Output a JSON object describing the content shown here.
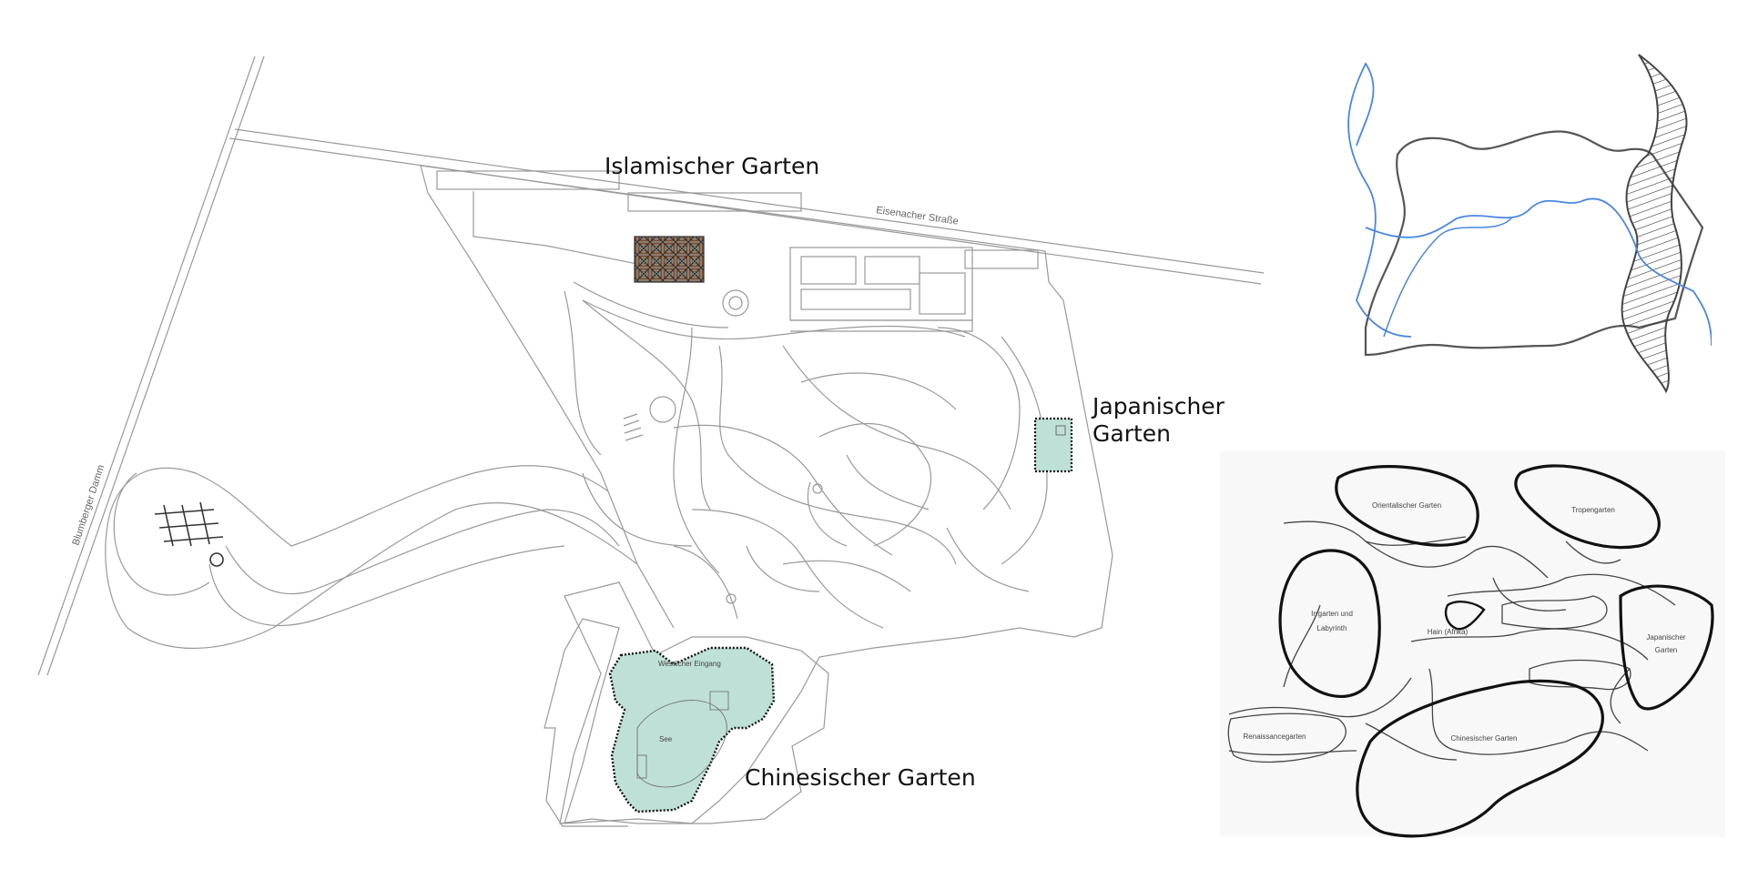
{
  "plan": {
    "labels": {
      "islamic": "Islamischer Garten",
      "japanese_1": "Japanischer",
      "japanese_2": "Garten",
      "chinese": "Chinesischer Garten"
    },
    "streets": {
      "eisenacher": "Eisenacher Straße",
      "blumberger": "Blumberger Damm"
    },
    "small_labels": {
      "see": "See",
      "eingang": "Westlicher Eingang"
    }
  },
  "sketch": {
    "gardens": {
      "orient": "Orientalischer Garten",
      "tropen": "Tropengarten",
      "irrgarten_1": "Irrgarten und",
      "irrgarten_2": "Labyrinth",
      "hain": "Hain (Afrika)",
      "japan_1": "Japanischer",
      "japan_2": "Garten",
      "renaissance": "Renaissancegarten",
      "chinese": "Chinesischer Garten"
    }
  },
  "colors": {
    "line": "#888888",
    "water": "#4a86e0",
    "garden_fill": "#bfe0d6",
    "ink": "#111111"
  }
}
